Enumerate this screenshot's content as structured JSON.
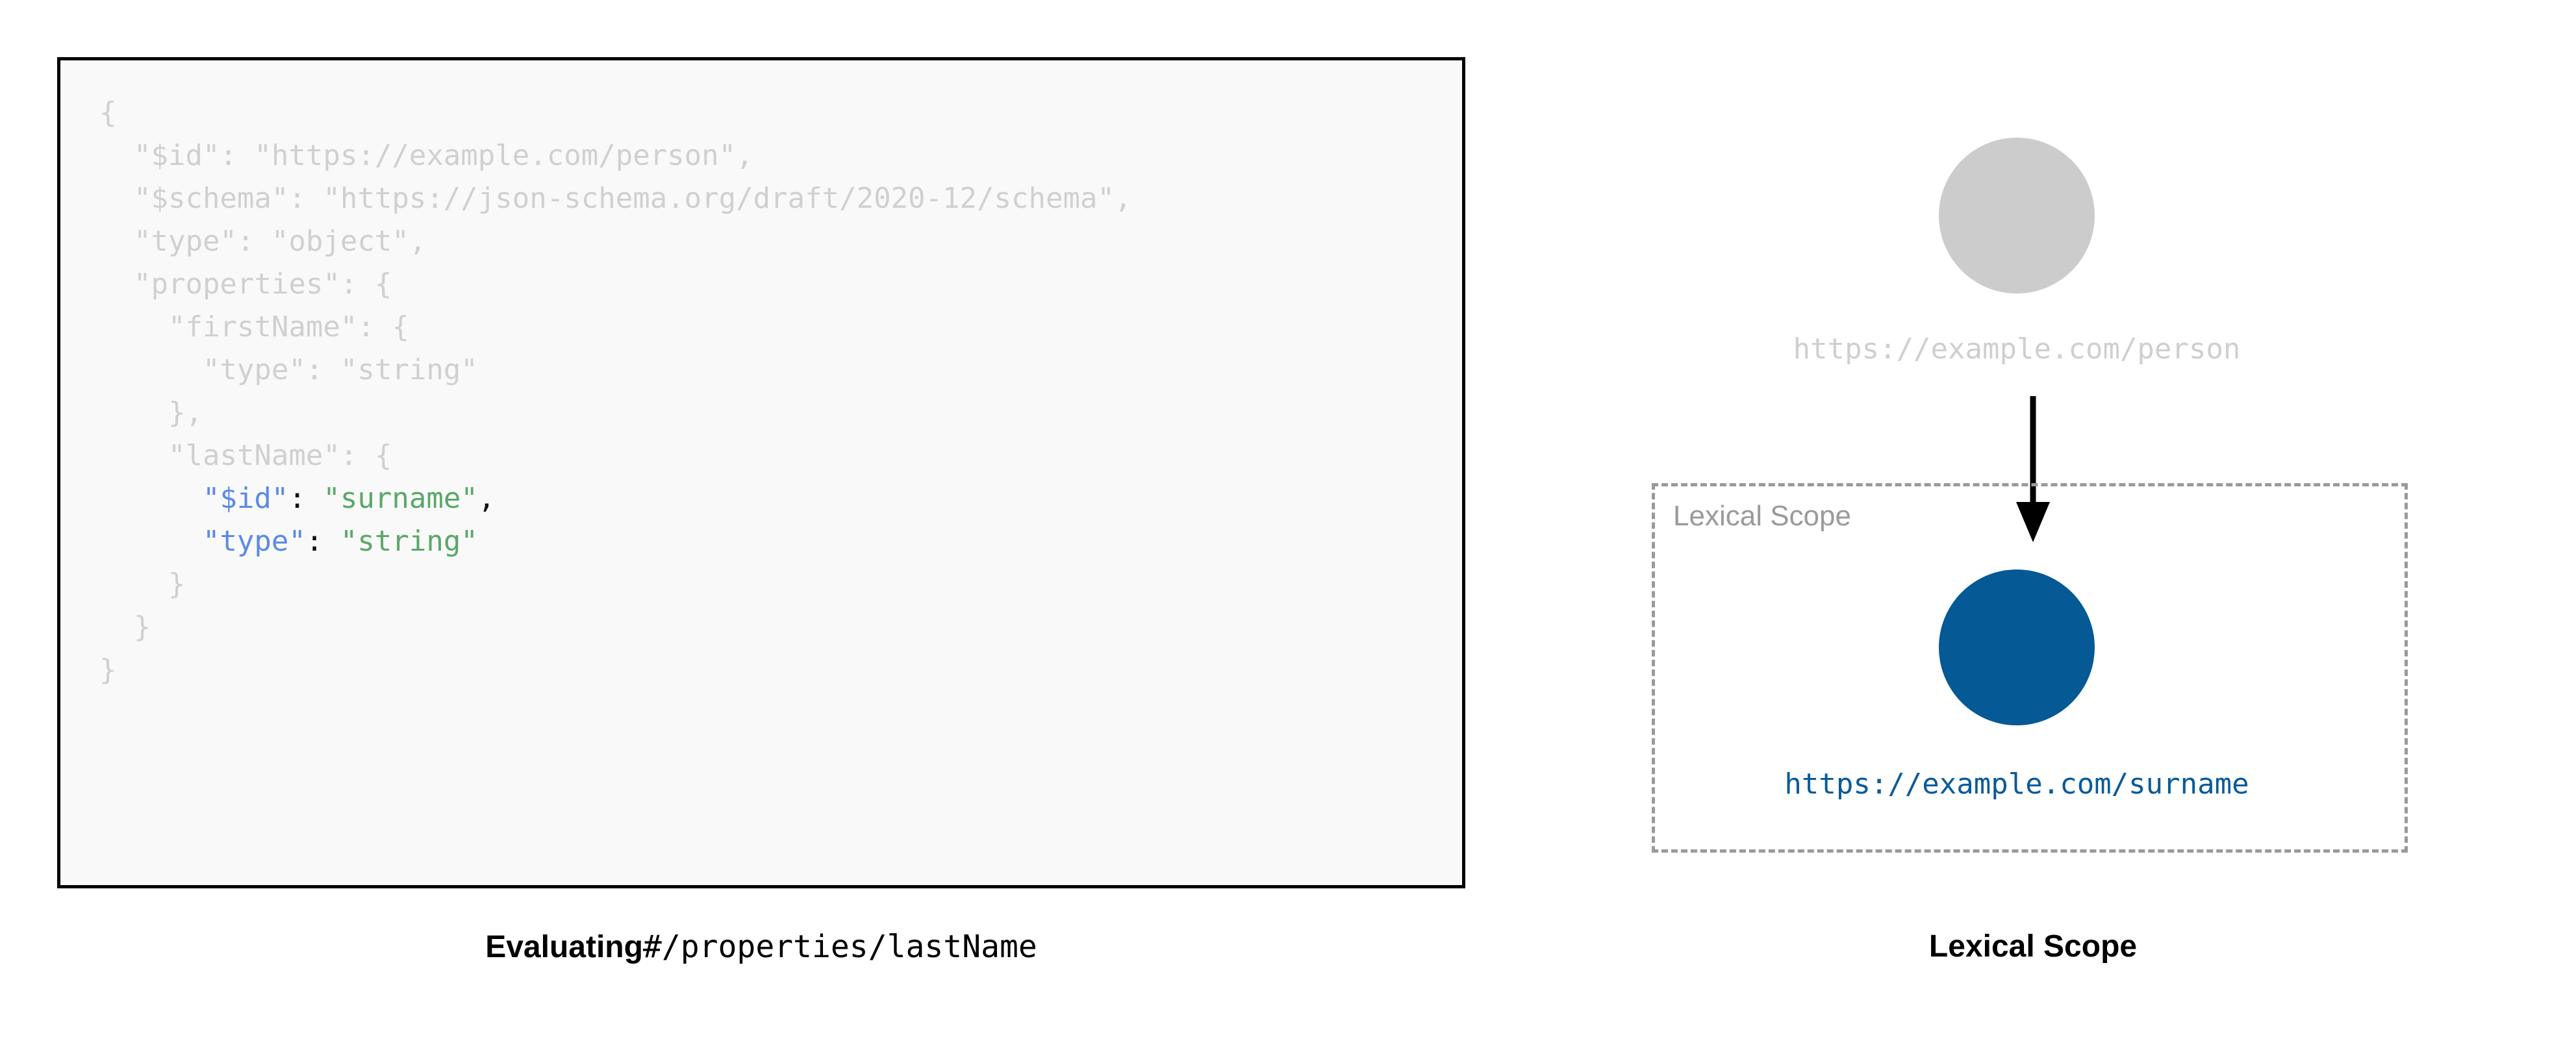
{
  "code_panel": {
    "language": "json",
    "lines": [
      {
        "indent": 0,
        "segments": [
          {
            "text": "{",
            "style": "dim"
          }
        ]
      },
      {
        "indent": 1,
        "segments": [
          {
            "text": "\"$id\": \"https://example.com/person\",",
            "style": "dim"
          }
        ]
      },
      {
        "indent": 1,
        "segments": [
          {
            "text": "\"$schema\": \"https://json-schema.org/draft/2020-12/schema\",",
            "style": "dim"
          }
        ]
      },
      {
        "indent": 1,
        "segments": [
          {
            "text": "\"type\": \"object\",",
            "style": "dim"
          }
        ]
      },
      {
        "indent": 1,
        "segments": [
          {
            "text": "\"properties\": {",
            "style": "dim"
          }
        ]
      },
      {
        "indent": 2,
        "segments": [
          {
            "text": "\"firstName\": {",
            "style": "dim"
          }
        ]
      },
      {
        "indent": 3,
        "segments": [
          {
            "text": "\"type\": \"string\"",
            "style": "dim"
          }
        ]
      },
      {
        "indent": 2,
        "segments": [
          {
            "text": "},",
            "style": "dim"
          }
        ]
      },
      {
        "indent": 2,
        "segments": [
          {
            "text": "\"lastName\": {",
            "style": "dim"
          }
        ]
      },
      {
        "indent": 3,
        "segments": [
          {
            "text": "\"$id\"",
            "style": "key"
          },
          {
            "text": ": ",
            "style": "punct"
          },
          {
            "text": "\"surname\"",
            "style": "str"
          },
          {
            "text": ",",
            "style": "punct"
          }
        ]
      },
      {
        "indent": 3,
        "segments": [
          {
            "text": "\"type\"",
            "style": "key"
          },
          {
            "text": ": ",
            "style": "punct"
          },
          {
            "text": "\"string\"",
            "style": "str"
          }
        ]
      },
      {
        "indent": 2,
        "segments": [
          {
            "text": "}",
            "style": "dim"
          }
        ]
      },
      {
        "indent": 1,
        "segments": [
          {
            "text": "}",
            "style": "dim"
          }
        ]
      },
      {
        "indent": 0,
        "segments": [
          {
            "text": "}",
            "style": "dim"
          }
        ]
      }
    ],
    "colors": {
      "dim": "#d0d0d0",
      "key": "#5b8ae6",
      "str": "#5aa869",
      "punct": "#111111",
      "background": "#f9f9f9",
      "border": "#000000"
    }
  },
  "left_caption": {
    "bold_part": "Evaluating",
    "mono_part": "#/properties/lastName"
  },
  "diagram": {
    "root_node": {
      "label": "https://example.com/person",
      "fill": "#cccccc",
      "label_color": "#cfcfcf",
      "shape": "circle"
    },
    "arrow": {
      "name": "downward-arrow",
      "color": "#000000",
      "direction": "down"
    },
    "lexical_scope": {
      "title": "Lexical Scope",
      "border_color": "#9a9a9a",
      "border_style": "dashed",
      "title_color": "#9a9a9a"
    },
    "scoped_node": {
      "label": "https://example.com/surname",
      "fill": "#055995",
      "label_color": "#0a5a99",
      "shape": "circle"
    }
  },
  "right_caption": {
    "text": "Lexical Scope"
  }
}
